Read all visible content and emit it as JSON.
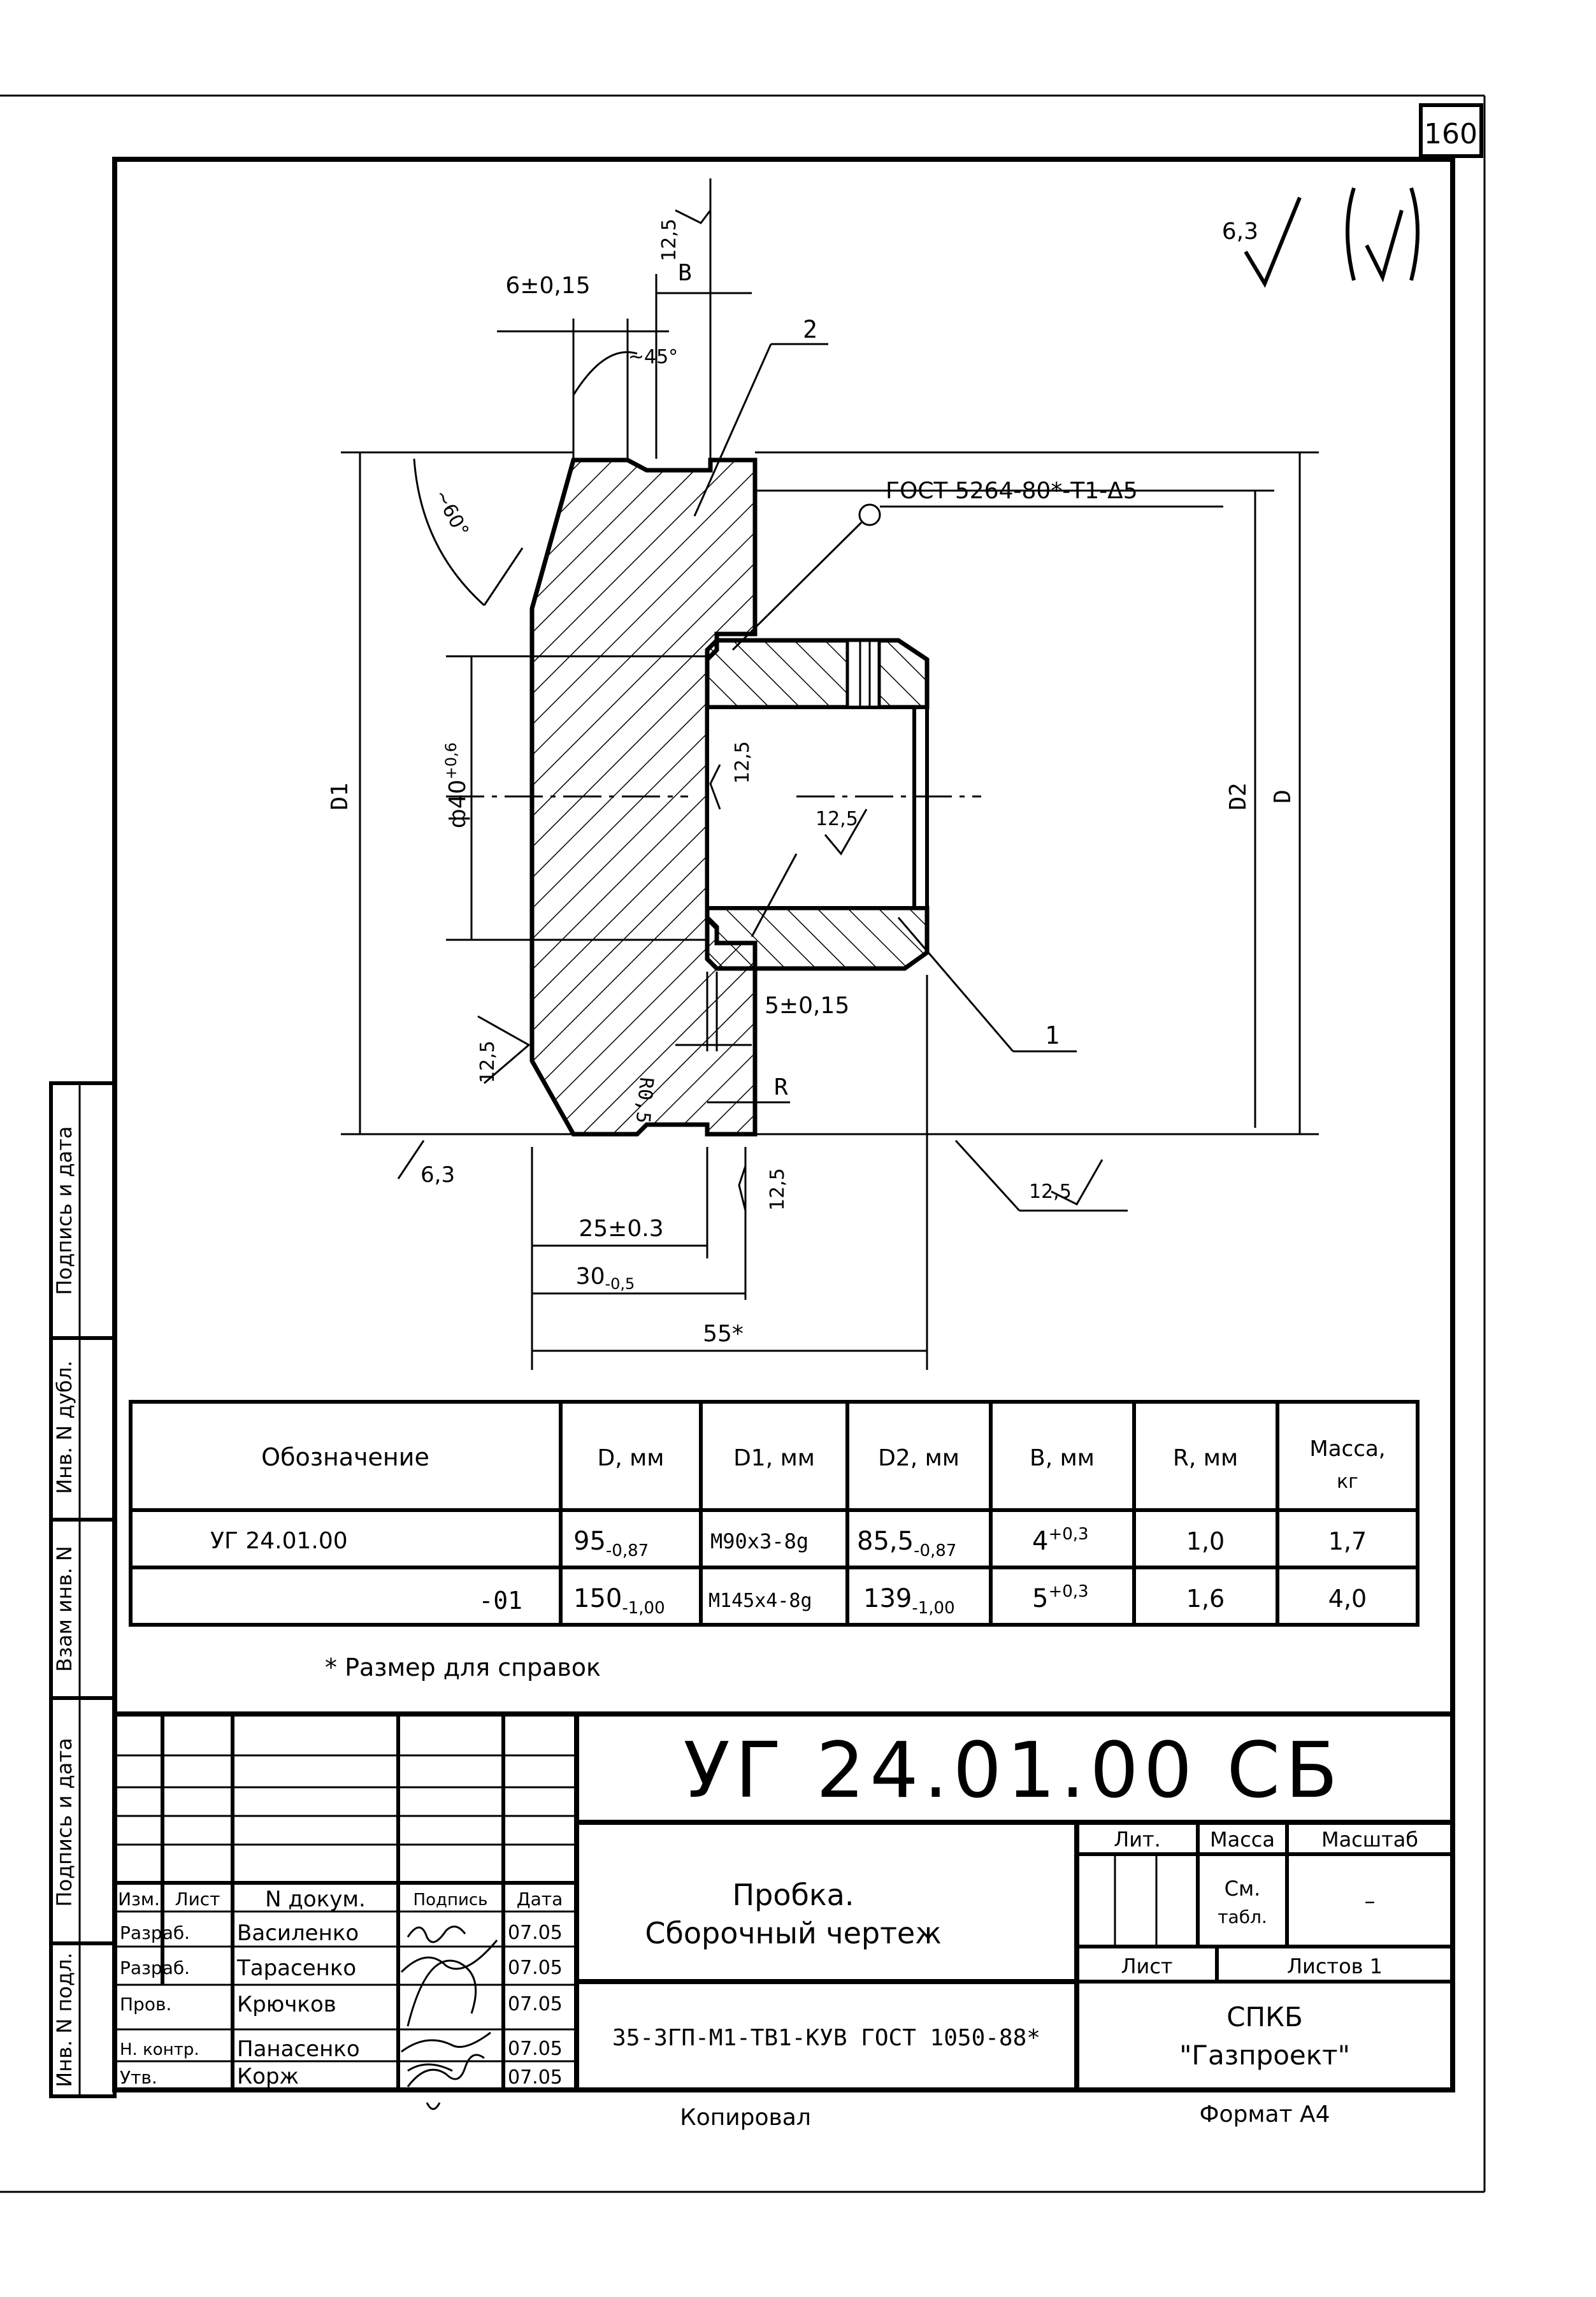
{
  "sheet_number": "160",
  "surface_finish": {
    "general": "6,3"
  },
  "dimensions": {
    "b": "B",
    "chamfer_width": "6±0,15",
    "chamfer_angle_top": "~45°",
    "chamfer_angle_left": "~60°",
    "roughness_12_5": "12,5",
    "roughness_6_3": "6,3",
    "d1": "D1",
    "d2": "D2",
    "d": "D",
    "bore": "ф40",
    "bore_tol": "+0,6",
    "groove": "5±0,15",
    "radius_small": "R0,5",
    "radius": "R",
    "len_25": "25±0.3",
    "len_30": "30",
    "len_30_tol": "-0,5",
    "len_55": "55*"
  },
  "callouts": {
    "weld": "ГОСТ 5264-80*-Т1-Δ5",
    "part_1": "1",
    "part_2": "2"
  },
  "variants_table": {
    "headers": [
      "Обозначение",
      "D, мм",
      "D1, мм",
      "D2, мм",
      "B, мм",
      "R, мм",
      "Масса, кг"
    ],
    "rows": [
      {
        "designation": "УГ 24.01.00",
        "d": "95",
        "d_tol": "-0,87",
        "d1": "М90х3-8g",
        "d2": "85,5",
        "d2_tol": "-0,87",
        "b": "4",
        "b_tol": "+0,3",
        "r": "1,0",
        "mass": "1,7"
      },
      {
        "designation": "-01",
        "d": "150",
        "d_tol": "-1,00",
        "d1": "М145х4-8g",
        "d2": "139",
        "d2_tol": "-1,00",
        "b": "5",
        "b_tol": "+0,3",
        "r": "1,6",
        "mass": "4,0"
      }
    ]
  },
  "footnote": "* Размер для справок",
  "title_block": {
    "doc_code": "УГ 24.01.00 СБ",
    "name_line1": "Пробка.",
    "name_line2": "Сборочный чертеж",
    "lit_label": "Лит.",
    "mass_label": "Масса",
    "scale_label": "Масштаб",
    "mass_value_line1": "См.",
    "mass_value_line2": "табл.",
    "scale_value": "–",
    "sheet_label": "Лист",
    "sheets_label": "Листов 1",
    "material": "35-ЗГП-М1-ТВ1-КУВ ГОСТ 1050-88*",
    "org_line1": "СПКБ",
    "org_line2": "\"Газпроект\"",
    "col_headers": [
      "Изм.",
      "Лист",
      "N докум.",
      "Подпись",
      "Дата"
    ],
    "signers": [
      {
        "role": "Разраб.",
        "name": "Василенко",
        "date": "07.05"
      },
      {
        "role": "Разраб.",
        "name": "Тарасенко",
        "date": "07.05"
      },
      {
        "role": "Пров.",
        "name": "Крючков",
        "date": "07.05"
      },
      {
        "role": "Н. контр.",
        "name": "Панасенко",
        "date": "07.05"
      },
      {
        "role": "Утв.",
        "name": "Корж",
        "date": "07.05"
      }
    ],
    "copied": "Копировал",
    "format": "Формат А4"
  },
  "side_stamp": [
    "Инв. N подл.",
    "Подпись и дата",
    "Взам инв. N",
    "Инв. N дубл.",
    "Подпись и дата"
  ]
}
